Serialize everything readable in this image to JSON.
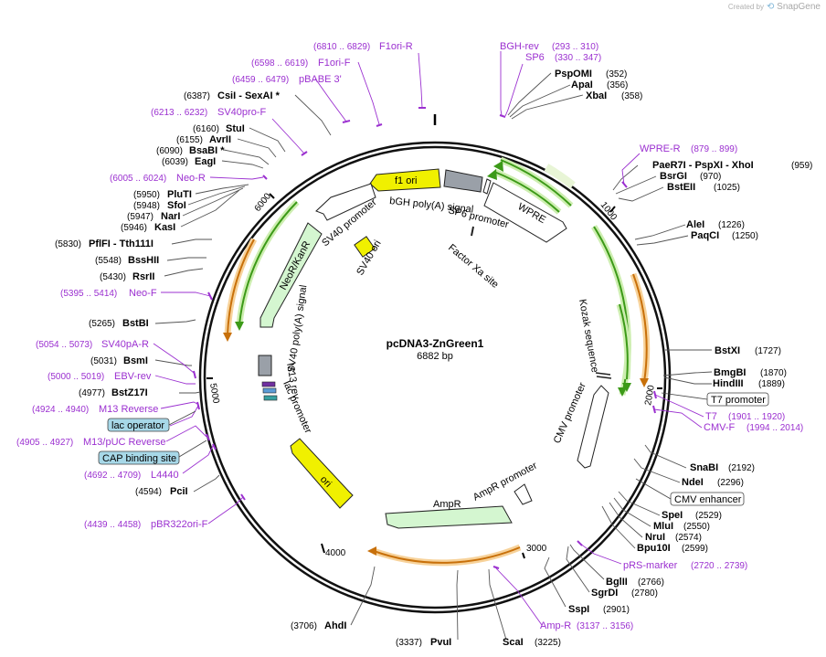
{
  "brand": {
    "created_by": "Created by",
    "product": "SnapGene"
  },
  "plasmid": {
    "name": "pcDNA3-ZnGreen1",
    "length": "6882 bp",
    "total_bp": 6882
  },
  "colors": {
    "green": "#5ec136",
    "orange": "#e07c10",
    "yellow": "#f0f000",
    "gray": "#9aa0a8",
    "purple": "#9b30d0",
    "label_box": "#a7d8e8"
  },
  "ticks": [
    {
      "bp": 1000,
      "label": "1000"
    },
    {
      "bp": 2000,
      "label": "2000"
    },
    {
      "bp": 3000,
      "label": "3000"
    },
    {
      "bp": 4000,
      "label": "4000"
    },
    {
      "bp": 5000,
      "label": "5000"
    },
    {
      "bp": 6000,
      "label": "6000"
    }
  ],
  "sites": [
    {
      "name": "PspOMI",
      "num": "(352)"
    },
    {
      "name": "ApaI",
      "num": "(356)"
    },
    {
      "name": "XbaI",
      "num": "(358)"
    },
    {
      "name": "PaeR7I - PspXI - XhoI",
      "num": "(959)"
    },
    {
      "name": "BsrGI",
      "num": "(970)"
    },
    {
      "name": "BstEII",
      "num": "(1025)"
    },
    {
      "name": "AleI",
      "num": "(1226)"
    },
    {
      "name": "PaqCI",
      "num": "(1250)"
    },
    {
      "name": "BstXI",
      "num": "(1727)"
    },
    {
      "name": "BmgBI",
      "num": "(1870)"
    },
    {
      "name": "HindIII",
      "num": "(1889)"
    },
    {
      "name": "SnaBI",
      "num": "(2192)"
    },
    {
      "name": "NdeI",
      "num": "(2296)"
    },
    {
      "name": "SpeI",
      "num": "(2529)"
    },
    {
      "name": "MluI",
      "num": "(2550)"
    },
    {
      "name": "NruI",
      "num": "(2574)"
    },
    {
      "name": "Bpu10I",
      "num": "(2599)"
    },
    {
      "name": "BglII",
      "num": "(2766)"
    },
    {
      "name": "SgrDI",
      "num": "(2780)"
    },
    {
      "name": "SspI",
      "num": "(2901)"
    },
    {
      "name": "ScaI",
      "num": "(3225)"
    },
    {
      "name": "PvuI",
      "num": "(3337)"
    },
    {
      "name": "AhdI",
      "num": "(3706)"
    },
    {
      "name": "PciI",
      "num": "(4594)"
    },
    {
      "name": "BstZ17I",
      "num": "(4977)"
    },
    {
      "name": "BsmI",
      "num": "(5031)"
    },
    {
      "name": "BstBI",
      "num": "(5265)"
    },
    {
      "name": "RsrII",
      "num": "(5430)"
    },
    {
      "name": "BssHII",
      "num": "(5548)"
    },
    {
      "name": "PflFI - Tth111I",
      "num": "(5830)"
    },
    {
      "name": "KasI",
      "num": "(5946)"
    },
    {
      "name": "NarI",
      "num": "(5947)"
    },
    {
      "name": "SfoI",
      "num": "(5948)"
    },
    {
      "name": "PluTI",
      "num": "(5950)"
    },
    {
      "name": "EagI",
      "num": "(6039)"
    },
    {
      "name": "BsaBI *",
      "num": "(6090)"
    },
    {
      "name": "AvrII",
      "num": "(6155)"
    },
    {
      "name": "StuI",
      "num": "(6160)"
    },
    {
      "name": "CsiI - SexAI *",
      "num": "(6387)"
    }
  ],
  "primers": [
    {
      "name": "F1ori-R",
      "num": "(6810 .. 6829)"
    },
    {
      "name": "BGH-rev",
      "num": "(293 .. 310)"
    },
    {
      "name": "SP6",
      "num": "(330 .. 347)"
    },
    {
      "name": "F1ori-F",
      "num": "(6598 .. 6619)"
    },
    {
      "name": "pBABE 3'",
      "num": "(6459 .. 6479)"
    },
    {
      "name": "SV40pro-F",
      "num": "(6213 .. 6232)"
    },
    {
      "name": "WPRE-R",
      "num": "(879 .. 899)"
    },
    {
      "name": "Neo-R",
      "num": "(6005 .. 6024)"
    },
    {
      "name": "Neo-F",
      "num": "(5395 .. 5414)"
    },
    {
      "name": "SV40pA-R",
      "num": "(5054 .. 5073)"
    },
    {
      "name": "EBV-rev",
      "num": "(5000 .. 5019)"
    },
    {
      "name": "M13 Reverse",
      "num": "(4924 .. 4940)"
    },
    {
      "name": "M13/pUC Reverse",
      "num": "(4905 .. 4927)"
    },
    {
      "name": "L4440",
      "num": "(4692 .. 4709)"
    },
    {
      "name": "pBR322ori-F",
      "num": "(4439 .. 4458)"
    },
    {
      "name": "T7",
      "num": "(1901 .. 1920)"
    },
    {
      "name": "CMV-F",
      "num": "(1994 .. 2014)"
    },
    {
      "name": "pRS-marker",
      "num": "(2720 .. 2739)"
    },
    {
      "name": "Amp-R",
      "num": "(3137 .. 3156)"
    }
  ],
  "boxed_labels": [
    "lac operator",
    "CAP binding site",
    "T7 promoter",
    "CMV enhancer"
  ],
  "features": {
    "f1_ori": "f1 ori",
    "bgh": "bGH poly(A) signal",
    "sp6": "SP6 promoter",
    "wpre": "WPRE",
    "factor_xa": "Factor Xa site",
    "sv40_promoter": "SV40 promoter",
    "sv40_ori": "SV40 ori",
    "neor": "NeoR/KanR",
    "sv40_polya": "SV40 poly(A) signal",
    "m13_rev": "M13 rev",
    "lac_promoter": "lac promoter",
    "ori": "ori",
    "ampr": "AmpR",
    "ampr_promoter": "AmpR promoter",
    "cmv_promoter": "CMV promoter",
    "kozak": "Kozak sequence"
  }
}
